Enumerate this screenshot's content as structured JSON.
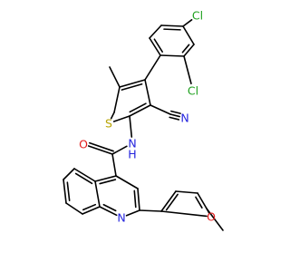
{
  "colors": {
    "bond": "#000000",
    "carbon": "#000000",
    "chlorine": "#1fa11f",
    "sulfur": "#b8a400",
    "nitrogen": "#2323dd",
    "oxygen": "#e31b1b",
    "background": "#ffffff"
  },
  "molecule": {
    "atoms": [
      {
        "id": "cl_top",
        "text": "Cl",
        "element": "chlorine"
      },
      {
        "id": "cl_ortho",
        "text": "Cl",
        "element": "chlorine"
      },
      {
        "id": "s_thiophene",
        "text": "S",
        "element": "sulfur"
      },
      {
        "id": "n_nitrile",
        "text": "N",
        "element": "nitrogen"
      },
      {
        "id": "n_amide",
        "text": "N",
        "element": "nitrogen"
      },
      {
        "id": "h_amide",
        "text": "H",
        "element": "nitrogen"
      },
      {
        "id": "o_carbonyl",
        "text": "O",
        "element": "oxygen"
      },
      {
        "id": "n_quinoline",
        "text": "N",
        "element": "nitrogen"
      },
      {
        "id": "o_furan",
        "text": "O",
        "element": "oxygen"
      }
    ]
  }
}
